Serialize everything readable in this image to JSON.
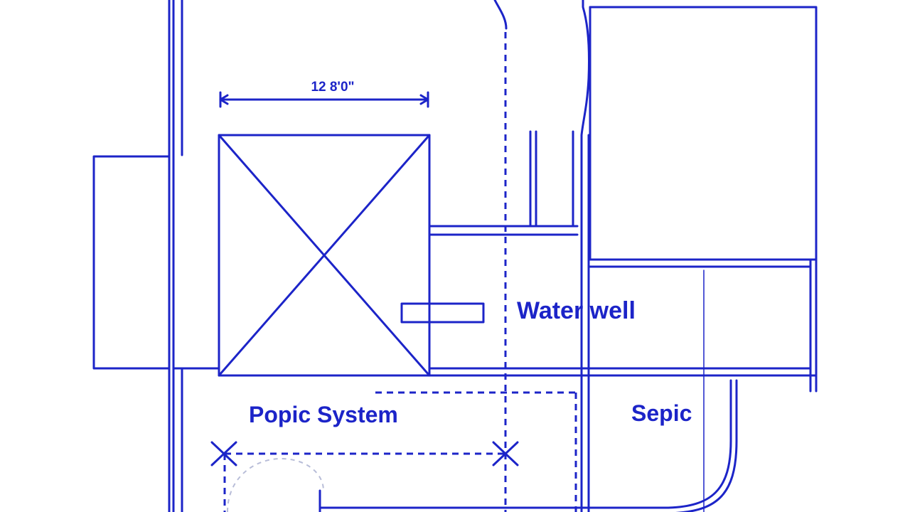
{
  "labels": {
    "dimension": "12 8'0\"",
    "water_well": "Water well",
    "system": "Popic System",
    "septic": "Sepic"
  },
  "colors": {
    "line": "#1c24c8",
    "background": "#ffffff"
  }
}
